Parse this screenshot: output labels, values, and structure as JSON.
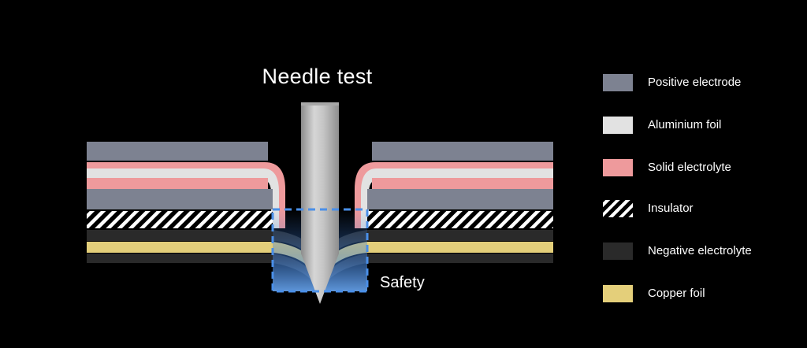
{
  "title": "Needle test",
  "safety_label": "Safety",
  "colors": {
    "positive_electrode": "#7d8291",
    "aluminium_foil": "#e2e2e2",
    "solid_electrolyte": "#ee9a9c",
    "negative_electrolyte": "#2a2a2a",
    "copper_foil": "#e4cf7a",
    "safety_box": "#4a8fe8",
    "needle": "#bfbfbf"
  },
  "legend": [
    {
      "label": "Positive electrode",
      "color": "#7d8291",
      "pattern": "solid"
    },
    {
      "label": "Aluminium foil",
      "color": "#e2e2e2",
      "pattern": "solid"
    },
    {
      "label": "Solid electrolyte",
      "color": "#ee9a9c",
      "pattern": "solid"
    },
    {
      "label": "Insulator",
      "color": "#ffffff",
      "pattern": "hatch"
    },
    {
      "label": "Negative electrolyte",
      "color": "#2a2a2a",
      "pattern": "solid"
    },
    {
      "label": "Copper foil",
      "color": "#e4cf7a",
      "pattern": "solid"
    }
  ]
}
